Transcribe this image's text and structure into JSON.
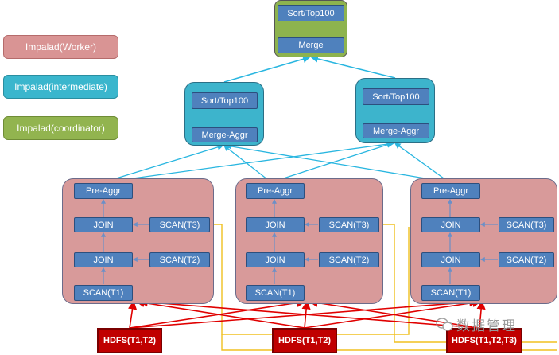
{
  "legend": {
    "worker": "Impalad(Worker)",
    "intermediate": "Impalad(intermediate)",
    "coordinator": "Impalad(coordinator)"
  },
  "coordinator": {
    "top": "Sort/Top100",
    "merge": "Merge"
  },
  "intermediates": [
    {
      "top": "Sort/Top100",
      "merge": "Merge-Aggr"
    },
    {
      "top": "Sort/Top100",
      "merge": "Merge-Aggr"
    }
  ],
  "workers": [
    {
      "pre_aggr": "Pre-Aggr",
      "join1": "JOIN",
      "join2": "JOIN",
      "scan3": "SCAN(T3)",
      "scan2": "SCAN(T2)",
      "scan1": "SCAN(T1)"
    },
    {
      "pre_aggr": "Pre-Aggr",
      "join1": "JOIN",
      "join2": "JOIN",
      "scan3": "SCAN(T3)",
      "scan2": "SCAN(T2)",
      "scan1": "SCAN(T1)"
    },
    {
      "pre_aggr": "Pre-Aggr",
      "join1": "JOIN",
      "join2": "JOIN",
      "scan3": "SCAN(T3)",
      "scan2": "SCAN(T2)",
      "scan1": "SCAN(T1)"
    }
  ],
  "hdfs": [
    "HDFS(T1,T2)",
    "HDFS(T1,T2)",
    "HDFS(T1,T2,T3)"
  ],
  "watermark": "数据管理",
  "colors": {
    "worker": "#d89a9a",
    "intermediate": "#3db4cc",
    "coordinator": "#8db34e",
    "node": "#4f81bd",
    "hdfs": "#c00000",
    "edge_cyan": "#29b6e0",
    "edge_red": "#e00000",
    "edge_yellow": "#f0c020"
  }
}
